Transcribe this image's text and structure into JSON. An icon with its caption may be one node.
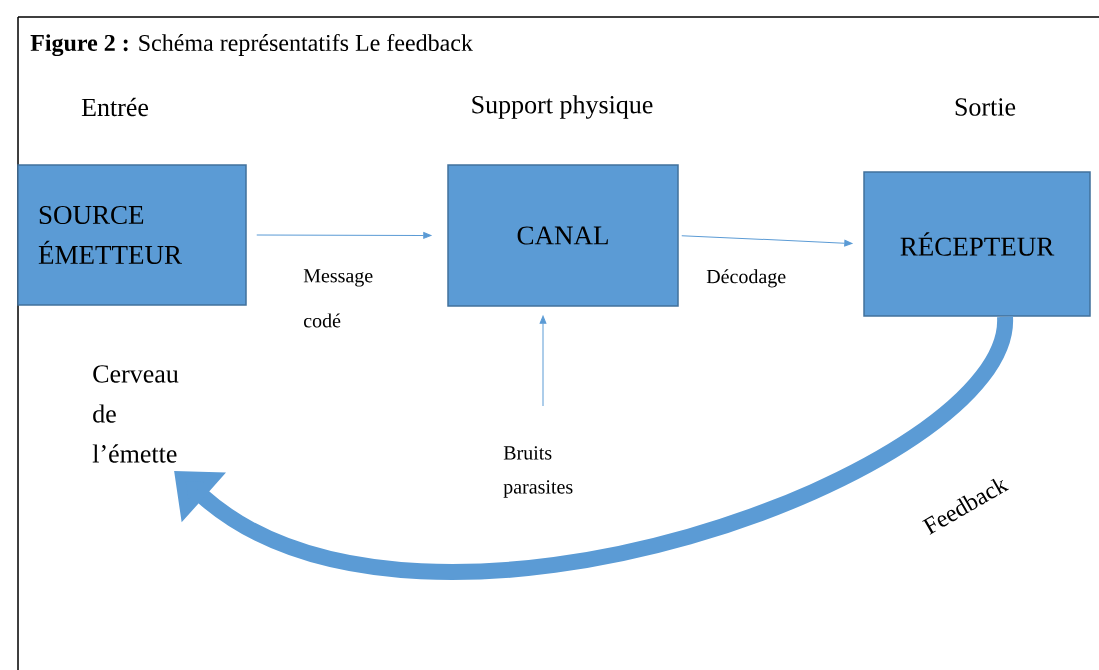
{
  "diagram": {
    "title": "**Figure 2 :** Schéma représentatifs Le feedback",
    "nodes": [
      {
        "text": [
          "SOURCE ÉMETTEUR"
        ]
      },
      {
        "text": [
          "CANAL"
        ]
      },
      {
        "text": [
          "RÉCEPTEUR"
        ]
      },
      {
        "text": [
          "Bruits parasites"
        ]
      },
      {
        "text": [
          "Cerveau de l’émette"
        ]
      }
    ],
    "edges": [
      {
        "from": 0,
        "to": 1,
        "arrow": "to",
        "label": "Message codé"
      },
      {
        "from": 1,
        "to": 2,
        "arrow": "to",
        "label": "Décodage"
      },
      {
        "from": 3,
        "to": 1,
        "arrow": "to"
      },
      {
        "from": 2,
        "to": 4,
        "arrow": "to",
        "label": "Feedback",
        "style": "thick"
      }
    ],
    "labels": [
      "Entrée",
      "Support physique",
      "Sortie"
    ]
  }
}
